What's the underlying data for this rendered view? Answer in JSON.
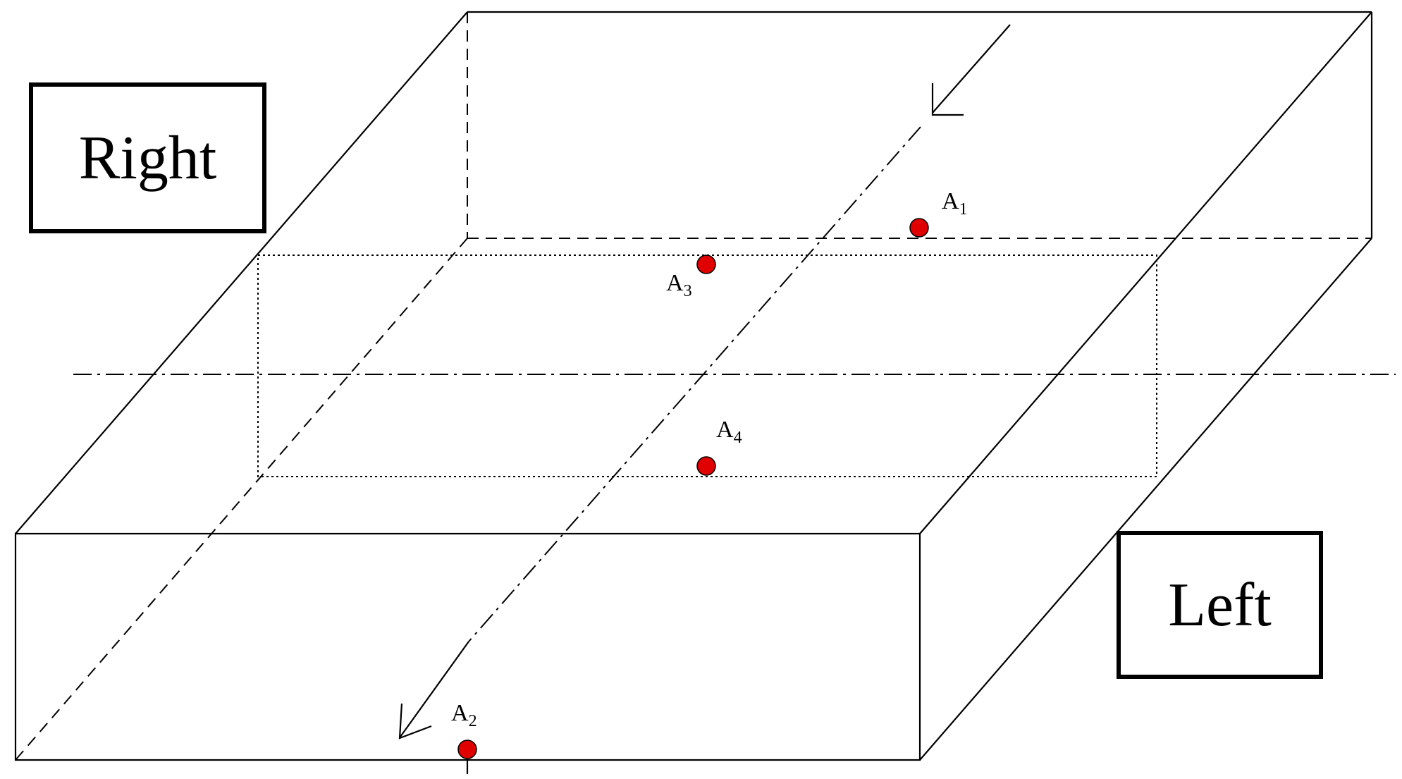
{
  "labels": {
    "right": "Right",
    "left": "Left"
  },
  "points": [
    {
      "id": "A1",
      "letter": "A",
      "sub": "1"
    },
    {
      "id": "A2",
      "letter": "A",
      "sub": "2"
    },
    {
      "id": "A3",
      "letter": "A",
      "sub": "3"
    },
    {
      "id": "A4",
      "letter": "A",
      "sub": "4"
    }
  ],
  "colors": {
    "point_fill": "#e00000",
    "line": "#000000",
    "background": "#ffffff"
  }
}
